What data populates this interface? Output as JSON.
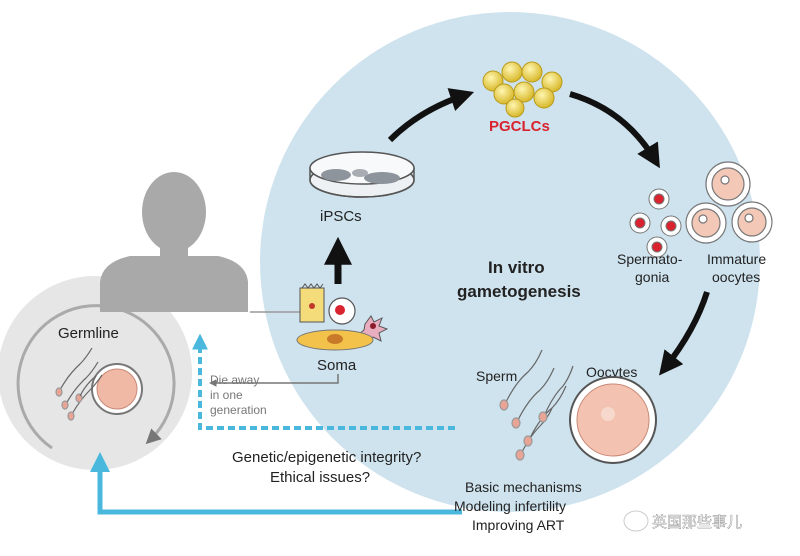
{
  "labels": {
    "pgclcs": "PGCLCs",
    "ipscs": "iPSCs",
    "soma": "Soma",
    "germline": "Germline",
    "spermatogonia_1": "Spermato-",
    "spermatogonia_2": "gonia",
    "immature_1": "Immature",
    "immature_2": "oocytes",
    "ivg_1": "In vitro",
    "ivg_2": "gametogenesis",
    "sperm": "Sperm",
    "oocytes": "Oocytes",
    "die_1": "Die away",
    "die_2": "in one",
    "die_3": "generation",
    "genetic": "Genetic/epigenetic integrity?",
    "ethical": "Ethical issues?",
    "basic": "Basic mechanisms",
    "modeling": "Modeling infertility",
    "improving": "Improving ART",
    "watermark": "英国那些事儿"
  },
  "colors": {
    "circle_fill": "#cfe3ee",
    "arrow_blue": "#4ab8dd",
    "accent_red": "#d9232e",
    "person_gray": "#a9a9a9",
    "germline_bg": "#e6e6e6"
  }
}
